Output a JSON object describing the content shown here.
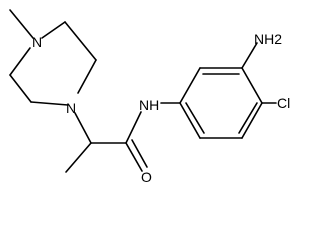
{
  "molecule": {
    "atoms": {
      "nh2": "NH2",
      "cl": "Cl",
      "nh": "NH",
      "o": "O",
      "n_top": "N",
      "n_bottom": "N"
    }
  }
}
